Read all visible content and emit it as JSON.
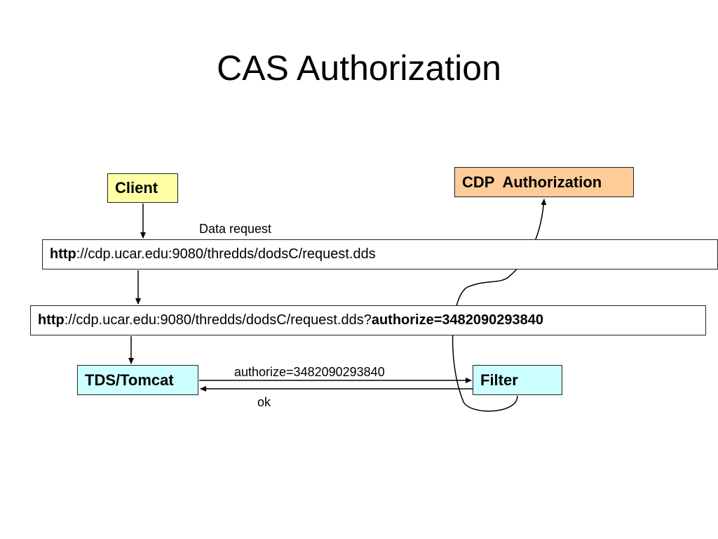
{
  "title": "CAS Authorization",
  "nodes": {
    "client": "Client",
    "cdp": "CDP  Authorization",
    "tds": "TDS/Tomcat",
    "filter": "Filter"
  },
  "url1": {
    "scheme": "http",
    "rest": "://cdp.ucar.edu:9080/thredds/dodsC/request.dds"
  },
  "url2": {
    "scheme": "http",
    "rest": "://cdp.ucar.edu:9080/thredds/dodsC/request.dds?",
    "query": "authorize=3482090293840"
  },
  "labels": {
    "data_request": "Data request",
    "authorize": "authorize=3482090293840",
    "ok": "ok"
  },
  "colors": {
    "client_fill": "#ffffa6",
    "cdp_fill": "#ffcc99",
    "tds_fill": "#ccffff",
    "filter_fill": "#ccffff"
  }
}
